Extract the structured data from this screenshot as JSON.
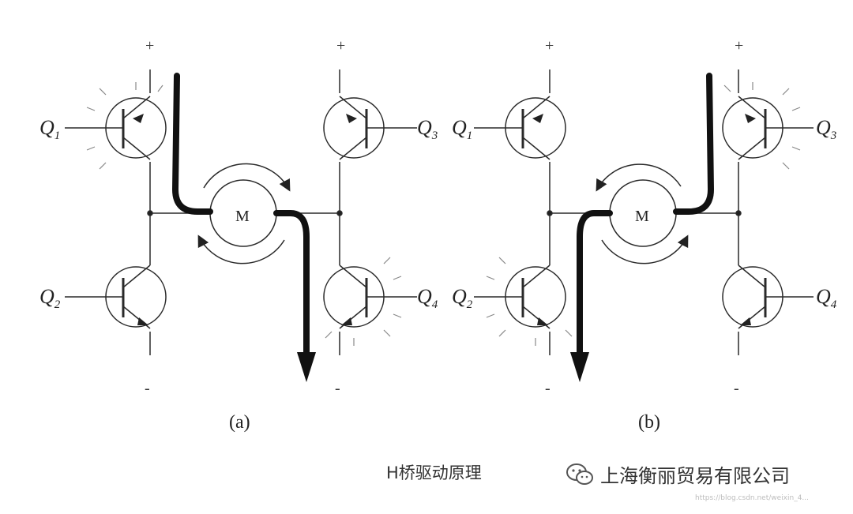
{
  "diagram": {
    "motor_label": "M",
    "supply_plus": "+",
    "supply_minus": "-",
    "transistors": [
      {
        "name": "Q",
        "sub": "1"
      },
      {
        "name": "Q",
        "sub": "2"
      },
      {
        "name": "Q",
        "sub": "3"
      },
      {
        "name": "Q",
        "sub": "4"
      }
    ],
    "panels": [
      {
        "label": "(a)",
        "active": [
          "Q1",
          "Q4"
        ]
      },
      {
        "label": "(b)",
        "active": [
          "Q2",
          "Q3"
        ]
      }
    ]
  },
  "caption": "H桥驱动原理",
  "brand": {
    "name": "上海衡丽贸易有限公司",
    "icon": "wechat-icon"
  },
  "watermark": "https://blog.csdn.net/weixin_4..."
}
